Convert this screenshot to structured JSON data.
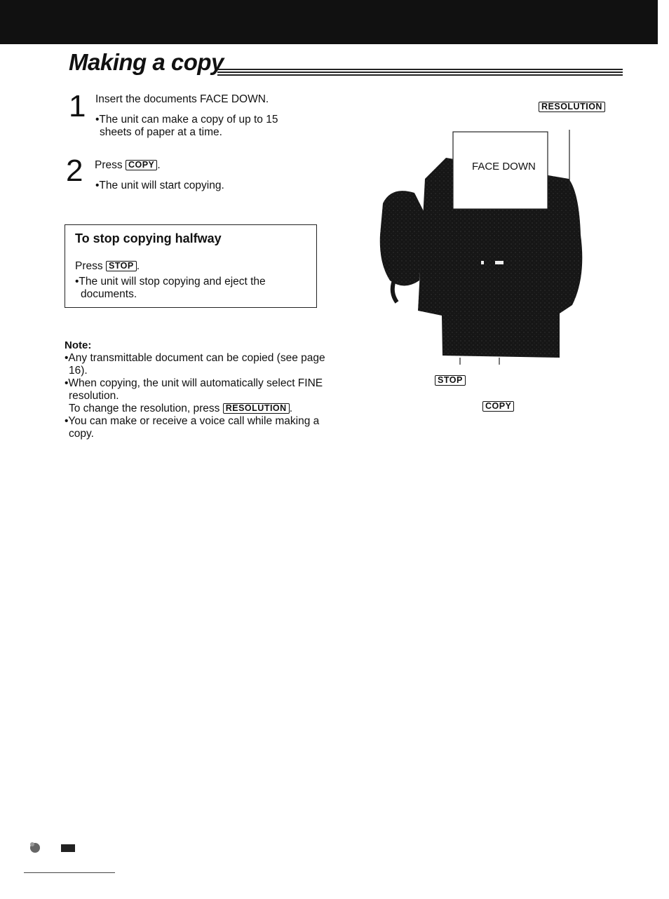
{
  "title": "Making a copy",
  "steps": [
    {
      "number": "1",
      "text": "Insert the documents FACE DOWN.",
      "bullet_line1": "•The unit can make a copy of up to 15",
      "bullet_line2": "sheets of paper at a time."
    },
    {
      "number": "2",
      "press_label": "Press",
      "key": "COPY",
      "suffix": ".",
      "bullet": "•The unit will start copying."
    }
  ],
  "stop_box": {
    "title": "To stop copying halfway",
    "press_label": "Press",
    "key": "STOP",
    "suffix": ".",
    "bullet_line1": "•The unit will stop copying and eject the",
    "bullet_line2": "documents."
  },
  "note": {
    "heading": "Note:",
    "line1": "•Any transmittable document can be copied (see page",
    "line2": "16).",
    "line3": "•When copying, the unit will automatically select FINE",
    "line4": "resolution.",
    "line5_prefix": "To change the resolution, press",
    "line5_key": "RESOLUTION",
    "line5_suffix": ".",
    "line6": "•You can make or receive a voice call while making a",
    "line7": "copy."
  },
  "figure": {
    "paper_label": "FACE DOWN",
    "callout_resolution": "RESOLUTION",
    "callout_stop": "STOP",
    "callout_copy": "COPY"
  }
}
